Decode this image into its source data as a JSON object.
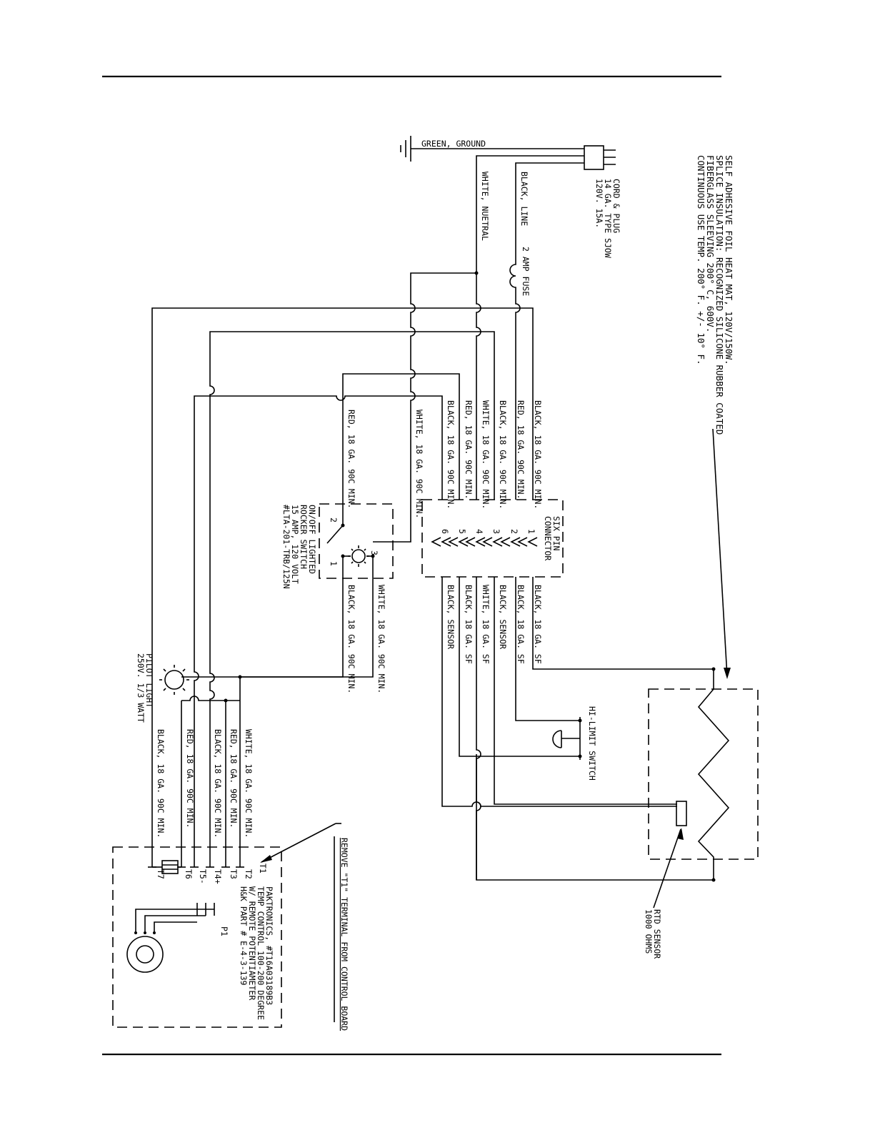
{
  "heat_mat": {
    "lines": [
      "SELF ADHESIVE FOIL HEAT MAT, 120V/150W.",
      "SPLICE INSULATION: RECOGNIZED SILICONE RUBBER COATED",
      "FIBERGLASS SLEEVING 200° C, 600V.",
      "CONTINUOUS USE TEMP. 200° F. +/- 10° F."
    ]
  },
  "ground_label": "GREEN, GROUND",
  "cord": {
    "lines": [
      "CORD & PLUG",
      "14 GA. TYPE SJOW",
      "120V. 15A."
    ]
  },
  "white_neutral": "WHITE, NUETRAL",
  "black_line": "BLACK, LINE",
  "fuse": "2 AMP FUSE",
  "connector": {
    "title_lines": [
      "SIX PIN",
      "CONNECTOR"
    ],
    "pins": [
      "1",
      "2",
      "3",
      "4",
      "5",
      "6"
    ]
  },
  "wires_in": [
    "BLACK, 18 GA. 90C MIN.",
    "RED, 18 GA. 90C MIN.",
    "BLACK, 18 GA. 90C MIN.",
    "WHITE, 18 GA. 90C MIN.",
    "RED, 18 GA. 90C MIN.",
    "BLACK, 18 GA. 90C MIN."
  ],
  "wires_out": [
    "BLACK, 18 GA. SF",
    "BLACK, 18 GA. SF",
    "BLACK, SENSOR",
    "WHITE, 18 GA. SF",
    "BLACK, 18 GA. SF",
    "BLACK, SENSOR"
  ],
  "switch_wires": {
    "white_in": "WHITE, 18 GA. 90C MIN.",
    "red_in": "RED, 18 GA. 90C MIN.",
    "white_out": "WHITE, 18 GA. 90C MIN.",
    "black_out": "BLACK, 18 GA. 90C MIN."
  },
  "rocker_switch": {
    "lines": [
      "ON/OFF LIGHTED",
      "ROCKER SWITCH",
      "15 AMP, 120 VOLT",
      "#LTA-201-TRB/125N"
    ],
    "terminals": [
      "1",
      "2",
      "3"
    ]
  },
  "hi_limit": "HI-LIMIT SWITCH",
  "rtd": {
    "lines": [
      "RTD SENSOR",
      "1000 OHMS"
    ]
  },
  "pilot": {
    "lines": [
      "PILOT LIGHT",
      "250V. 1/3 WATT"
    ]
  },
  "control_wires": [
    "WHITE, 18 GA. 90C MIN.",
    "RED, 18 GA. 90C MIN.",
    "BLACK, 18 GA. 90C MIN.",
    "RED, 18 GA. 90C MIN.",
    "BLACK, 18 GA. 90C MIN."
  ],
  "control": {
    "note": "REMOVE \"T1\" TERMINAL FROM CONTROL BOARD",
    "lines": [
      "PAKTRONICS, #T16A03189B3",
      "TEMP CONTROL 100-200 DEGREE",
      "W/ REMOTE POTENTIAMETER",
      "H&K PART # E-4-3-139"
    ],
    "terminals": [
      "T1",
      "T2",
      "T3",
      "T4+",
      "T5-",
      "T6",
      "T7"
    ],
    "pot_label": "P1"
  }
}
